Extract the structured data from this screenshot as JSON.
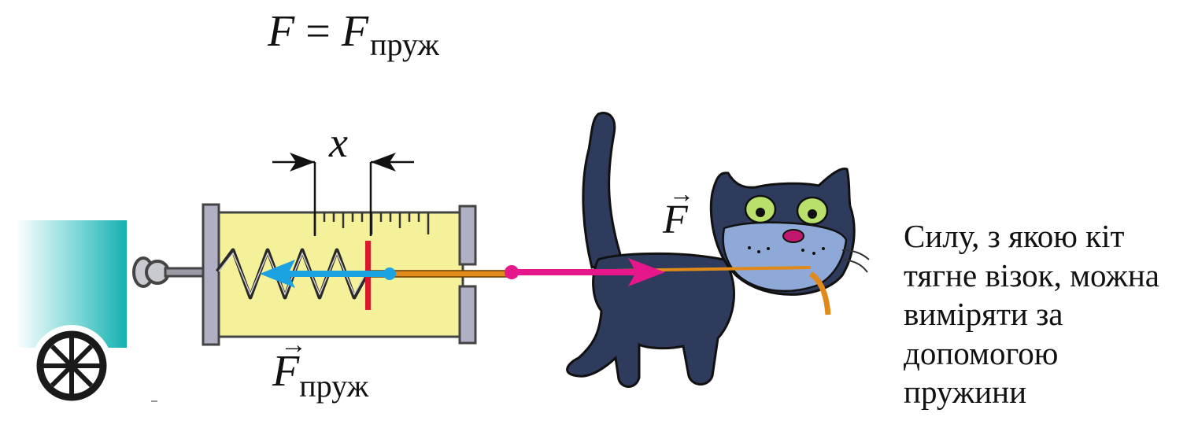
{
  "formula": {
    "lhs": "F",
    "equals": "=",
    "rhs_symbol": "F",
    "rhs_subscript": "пруж"
  },
  "labels": {
    "extension": "x",
    "cat_force_symbol": "F",
    "cat_force_arrow": "→",
    "spring_force_symbol": "F",
    "spring_force_arrow": "→",
    "spring_force_subscript": "пруж"
  },
  "caption": {
    "lines": [
      "Силу, з якою кіт",
      "тягне візок, можна",
      "виміряти за",
      "допомогою",
      "пружини"
    ]
  },
  "colors": {
    "spring_force_arrow": "#1aa3e0",
    "cat_force_arrow": "#e6178a",
    "dynamometer_body": "#f5f09a",
    "cart_block": "#1fb6b6",
    "cat_body": "#2e3b5c",
    "cat_face": "#8ea9d8",
    "cat_eyes": "#b9e06b",
    "indicator": "#d91a2a",
    "string": "#e08a1a"
  }
}
